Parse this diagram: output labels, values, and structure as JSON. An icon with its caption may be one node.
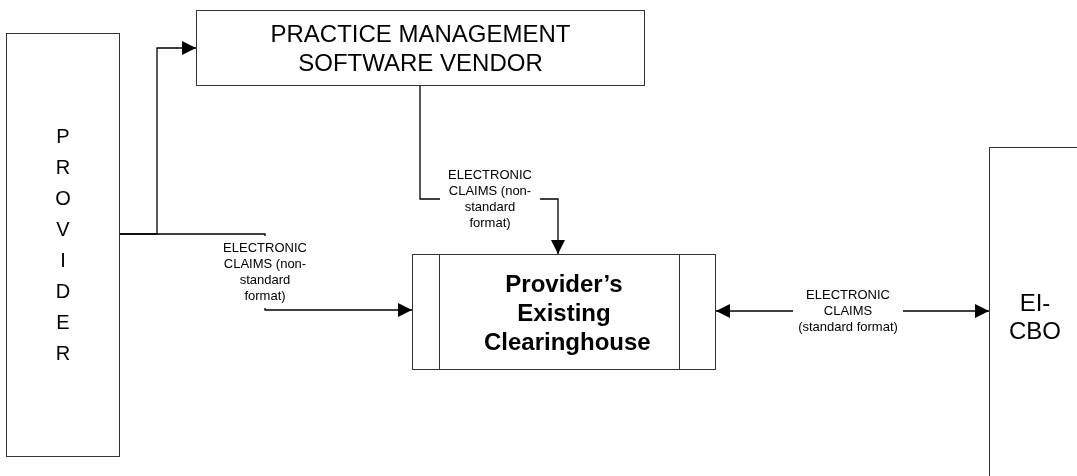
{
  "diagram": {
    "nodes": [
      {
        "text": [
          "PROVIDER"
        ]
      },
      {
        "text": [
          "PRACTICE MANAGEMENT SOFTWARE VENDOR"
        ]
      },
      {
        "text": [
          "Provider’s Existing Clearinghouse"
        ]
      },
      {
        "text": [
          "EI-CBO"
        ]
      }
    ],
    "edges": [
      {
        "from": 0,
        "to": 1,
        "arrow": "to"
      },
      {
        "from": 0,
        "to": 2,
        "arrow": "to",
        "label": "ELECTRONIC CLAIMS (non-standard format)"
      },
      {
        "from": 1,
        "to": 2,
        "arrow": "to",
        "label": "ELECTRONIC CLAIMS (non-standard format)"
      },
      {
        "from": 2,
        "to": 3,
        "arrow": "both",
        "label": "ELECTRONIC CLAIMS (standard format)"
      }
    ]
  }
}
